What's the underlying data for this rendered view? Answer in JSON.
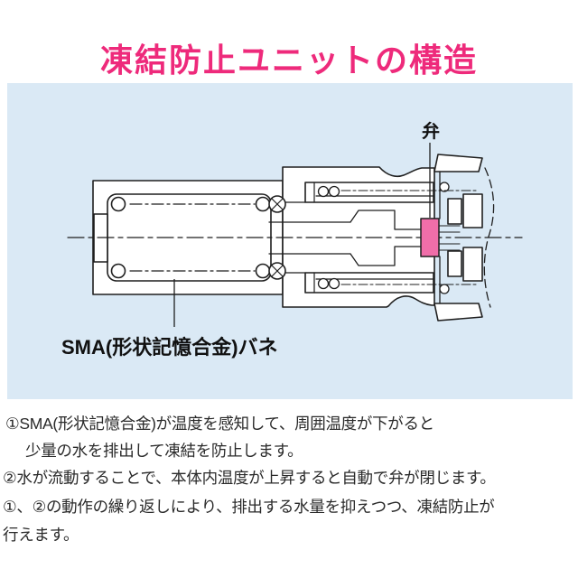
{
  "title": {
    "text": "凍結防止ユニットの構造"
  },
  "colors": {
    "title_pink": "#EE2A7B",
    "panel_blue": "#DAE9F5",
    "valve_pink": "#F06EA9",
    "drawing_line": "#1F1F1F",
    "body_text": "#2A2A2A"
  },
  "diagram": {
    "labels": {
      "valve": "弁",
      "spring": "SMA(形状記憶合金)バネ"
    }
  },
  "description": {
    "lines": [
      "①SMA(形状記憶合金)が温度を感知して、周囲温度が下がると",
      "少量の水を排出して凍結を防止します。",
      "②水が流動することで、本体内温度が上昇すると自動で弁が閉じます。",
      "①、②の動作の繰り返しにより、排出する水量を抑えつつ、凍結防止が",
      "行えます。"
    ]
  }
}
